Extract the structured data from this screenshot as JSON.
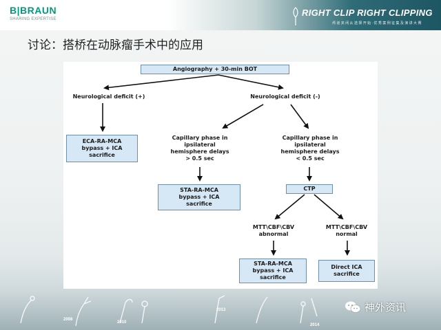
{
  "header": {
    "brand_name": "B|BRAUN",
    "brand_tagline": "SHARING EXPERTISE",
    "event_title": "RIGHT CLIP RIGHT CLIPPING",
    "event_subtitle": "颅 道 夹 闭 从 选 择 开 始 · 优 秀 案 例 征 集 及 演 讲 大 赛"
  },
  "slide": {
    "title": "讨论：搭桥在动脉瘤手术中的应用"
  },
  "diagram": {
    "root": "Angiography + 30-min BOT",
    "deficit_positive": "Neurological deficit (+)",
    "deficit_negative": "Neurological deficit (-)",
    "eca_box": [
      "ECA-RA-MCA",
      "bypass + ICA",
      "sacrifice"
    ],
    "delay_gt": [
      "Capillary phase in",
      "ipsilateral",
      "hemisphere delays",
      "> 0.5 sec"
    ],
    "delay_lt": [
      "Capillary phase in",
      "ipsilateral",
      "hemisphere delays",
      "< 0.5 sec"
    ],
    "sta_box_1": [
      "STA-RA-MCA",
      "bypass + ICA",
      "sacrifice"
    ],
    "ctp_box": "CTP",
    "mtt_abnormal": [
      "MTT\\CBF\\CBV",
      "abnormal"
    ],
    "mtt_normal": [
      "MTT\\CBF\\CBV",
      "normal"
    ],
    "sta_box_2": [
      "STA-RA-MCA",
      "bypass + ICA",
      "sacrifice"
    ],
    "direct_box": [
      "Direct ICA",
      "sacrifice"
    ]
  },
  "footer": {
    "wechat_label": "神外资讯",
    "years": [
      "2008",
      "2010",
      "2013",
      "2014"
    ]
  },
  "colors": {
    "node_fill": "#d6e8f5",
    "node_border": "#6d8ea8",
    "brand_green": "#009a7a",
    "header_teal": "#1d5663"
  }
}
